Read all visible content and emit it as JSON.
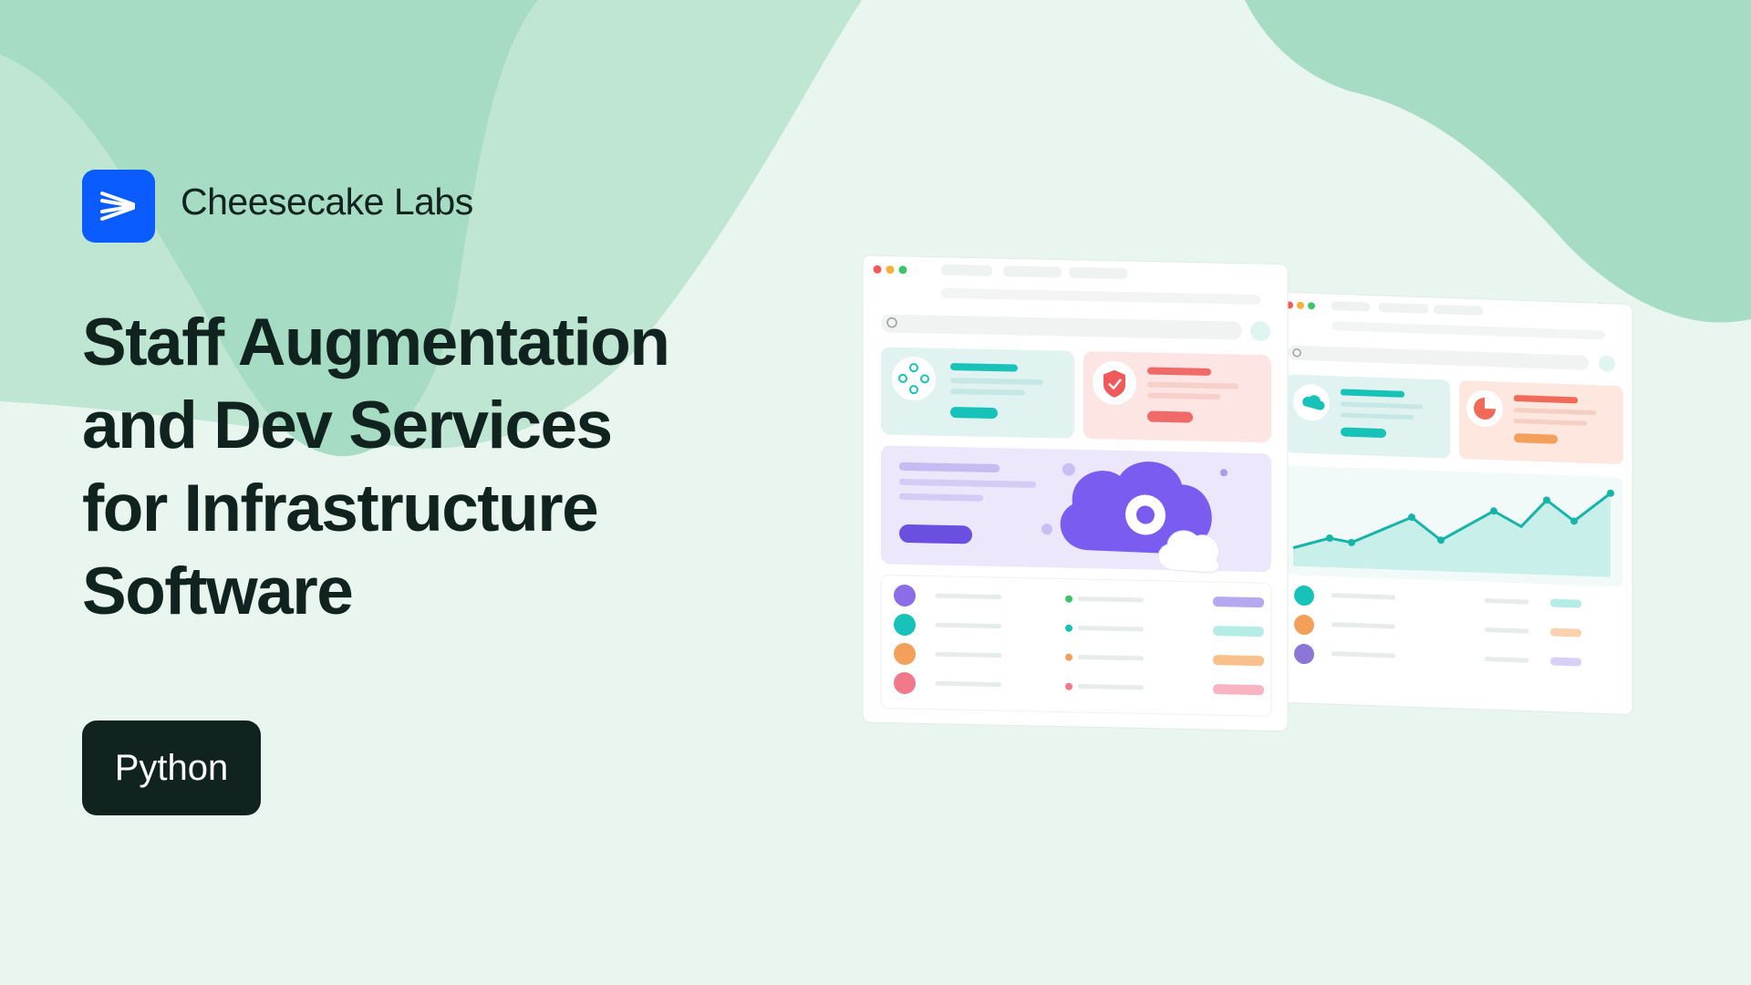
{
  "brand": {
    "name": "Cheesecake Labs",
    "logo_icon": "chevrons-logo-icon",
    "logo_color": "#0a5cff"
  },
  "headline": {
    "lines": [
      "Staff Augmentation",
      "and Dev Services",
      "for Infrastructure",
      "Software"
    ]
  },
  "tag": {
    "label": "Python"
  },
  "colors": {
    "background": "#e8f6ef",
    "shape_dark": "#a6dcc4",
    "shape_light": "#bfe6d3",
    "text": "#10231f",
    "teal": "#17c2b8",
    "coral": "#f06a6a",
    "purple": "#7b5cf0",
    "orange": "#f5a05a",
    "pink": "#f08fa6"
  },
  "illustration": {
    "front_window": {
      "icons": [
        "network-icon",
        "shield-check-icon",
        "cloud-gear-icon",
        "server-icon",
        "cloud-icon",
        "database-icon",
        "code-icon"
      ]
    },
    "back_window": {
      "icons": [
        "cloud-upload-icon",
        "pie-chart-icon",
        "line-chart-icon",
        "shield-icon",
        "gear-icon",
        "settings-circle-icon"
      ]
    }
  }
}
